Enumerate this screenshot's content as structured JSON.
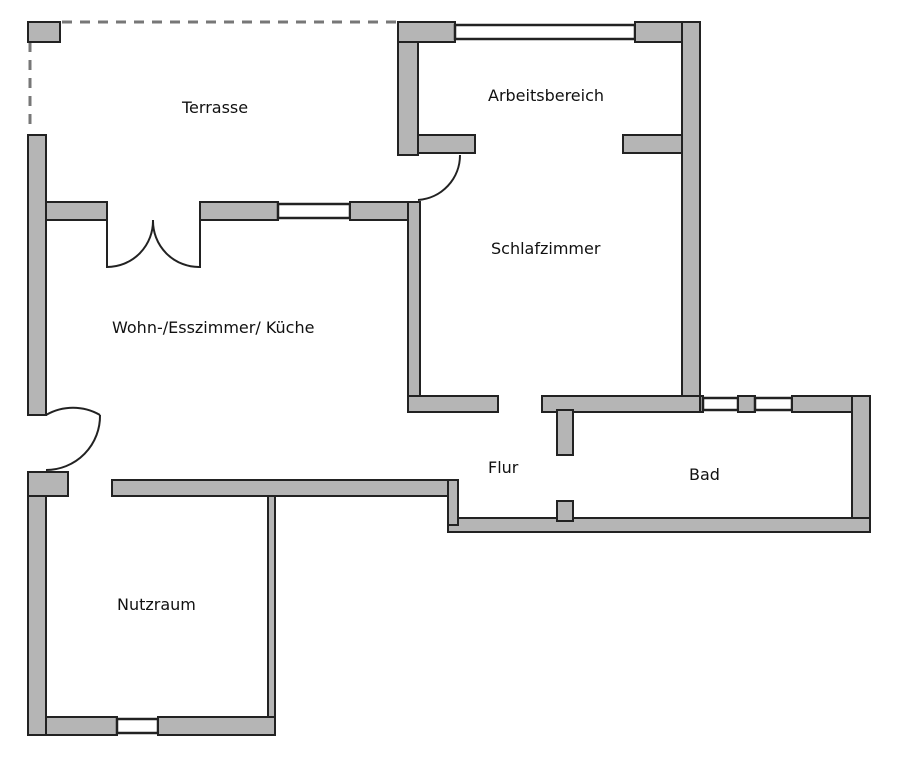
{
  "rooms": {
    "terrasse": "Terrasse",
    "arbeitsbereich": "Arbeitsbereich",
    "schlafzimmer": "Schlafzimmer",
    "wohn": "Wohn-/Esszimmer/ Küche",
    "flur": "Flur",
    "bad": "Bad",
    "nutzraum": "Nutzraum"
  }
}
